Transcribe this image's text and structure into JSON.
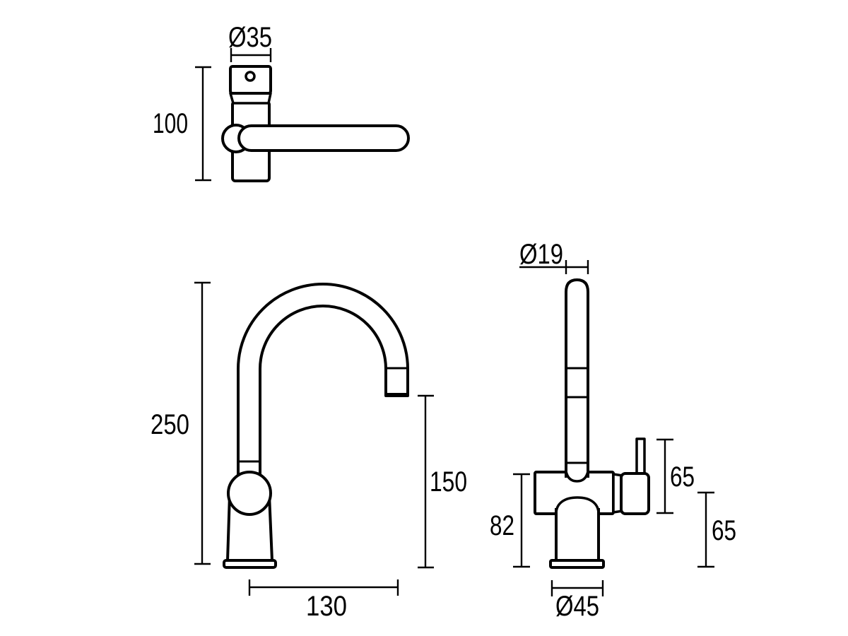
{
  "drawing": {
    "type": "technical-dimension-drawing",
    "subject": "kitchen-mixer-tap",
    "colors": {
      "line": "#000000",
      "background": "#ffffff"
    },
    "views": {
      "top": {
        "name": "handle-top-view",
        "dims": {
          "handle_hub_diameter": "Ø35",
          "handle_length": "100"
        }
      },
      "side": {
        "name": "side-elevation-gooseneck",
        "dims": {
          "overall_height": "250",
          "outlet_height": "150",
          "spout_reach": "130"
        }
      },
      "front": {
        "name": "front-elevation",
        "dims": {
          "spout_tube_diameter": "Ø19",
          "lever_height": "65",
          "side_clearance": "65",
          "body_height": "82",
          "base_diameter": "Ø45"
        }
      }
    }
  }
}
